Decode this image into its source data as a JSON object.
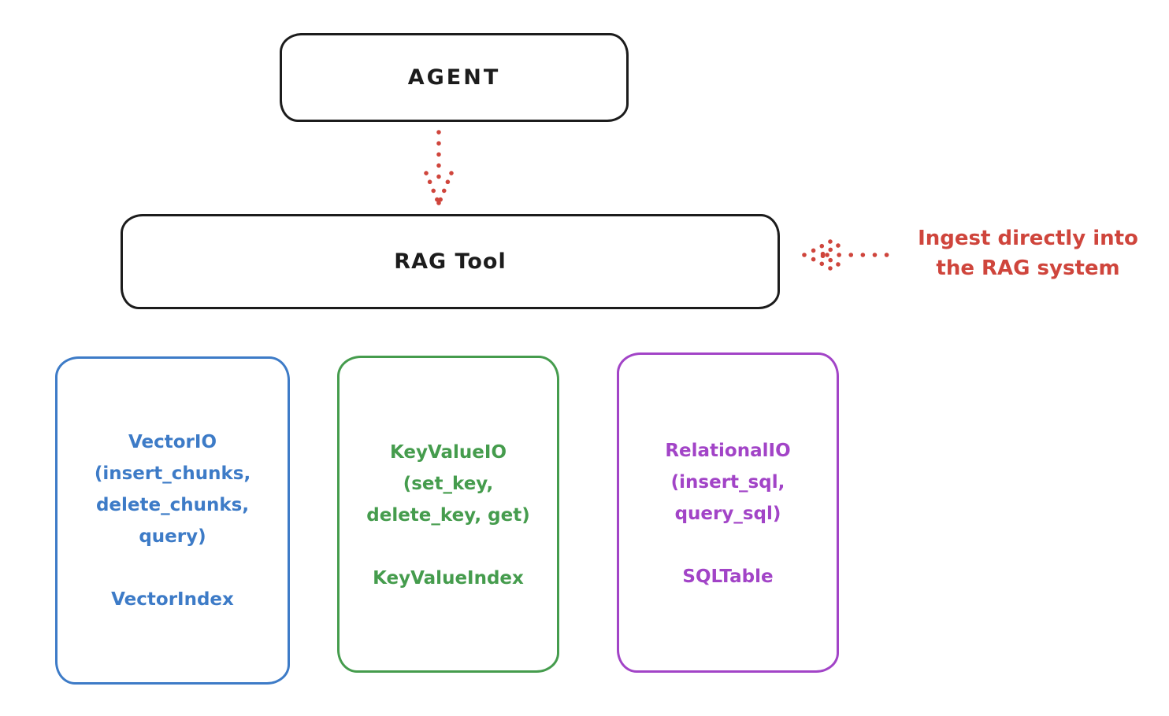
{
  "colors": {
    "black": "#1c1c1c",
    "red": "#cf453c",
    "blue": "#3d7bc7",
    "green": "#459c4d",
    "purple": "#a244c7",
    "background": "#ffffff"
  },
  "agent_box": {
    "label": "AGENT"
  },
  "rag_tool_box": {
    "label": "RAG Tool"
  },
  "annotation": {
    "line1": "Ingest directly into",
    "line2": "the RAG system"
  },
  "arrows": [
    {
      "name": "agent-to-rag-arrow",
      "style": "dotted",
      "direction": "down",
      "color": "#cf453c"
    },
    {
      "name": "ingest-annotation-arrow",
      "style": "dotted",
      "direction": "left",
      "color": "#cf453c"
    }
  ],
  "io_boxes": [
    {
      "title": "VectorIO",
      "params_lines": [
        "(insert_chunks,",
        "delete_chunks,",
        "query)"
      ],
      "index_label": "VectorIndex",
      "color": "#3d7bc7"
    },
    {
      "title": "KeyValueIO",
      "params_lines": [
        "(set_key,",
        "delete_key, get)"
      ],
      "index_label": "KeyValueIndex",
      "color": "#459c4d"
    },
    {
      "title": "RelationalIO",
      "params_lines": [
        "(insert_sql,",
        "query_sql)"
      ],
      "index_label": "SQLTable",
      "color": "#a244c7"
    }
  ]
}
